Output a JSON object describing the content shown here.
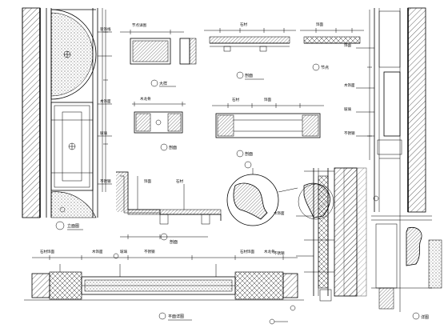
{
  "sheet": {
    "title": "Architectural wall and frame detail drawing sheet"
  },
  "annotations": [
    "(1)",
    "(2)",
    "(3)",
    "(4)",
    "(5)",
    "(6)",
    "(7)",
    "(8)",
    "(9)",
    "(10)",
    "(11)"
  ],
  "colors": {
    "line": "#000000",
    "hatch": "#000000",
    "background": "#ffffff",
    "fill_gray": "#d9d9d9"
  }
}
